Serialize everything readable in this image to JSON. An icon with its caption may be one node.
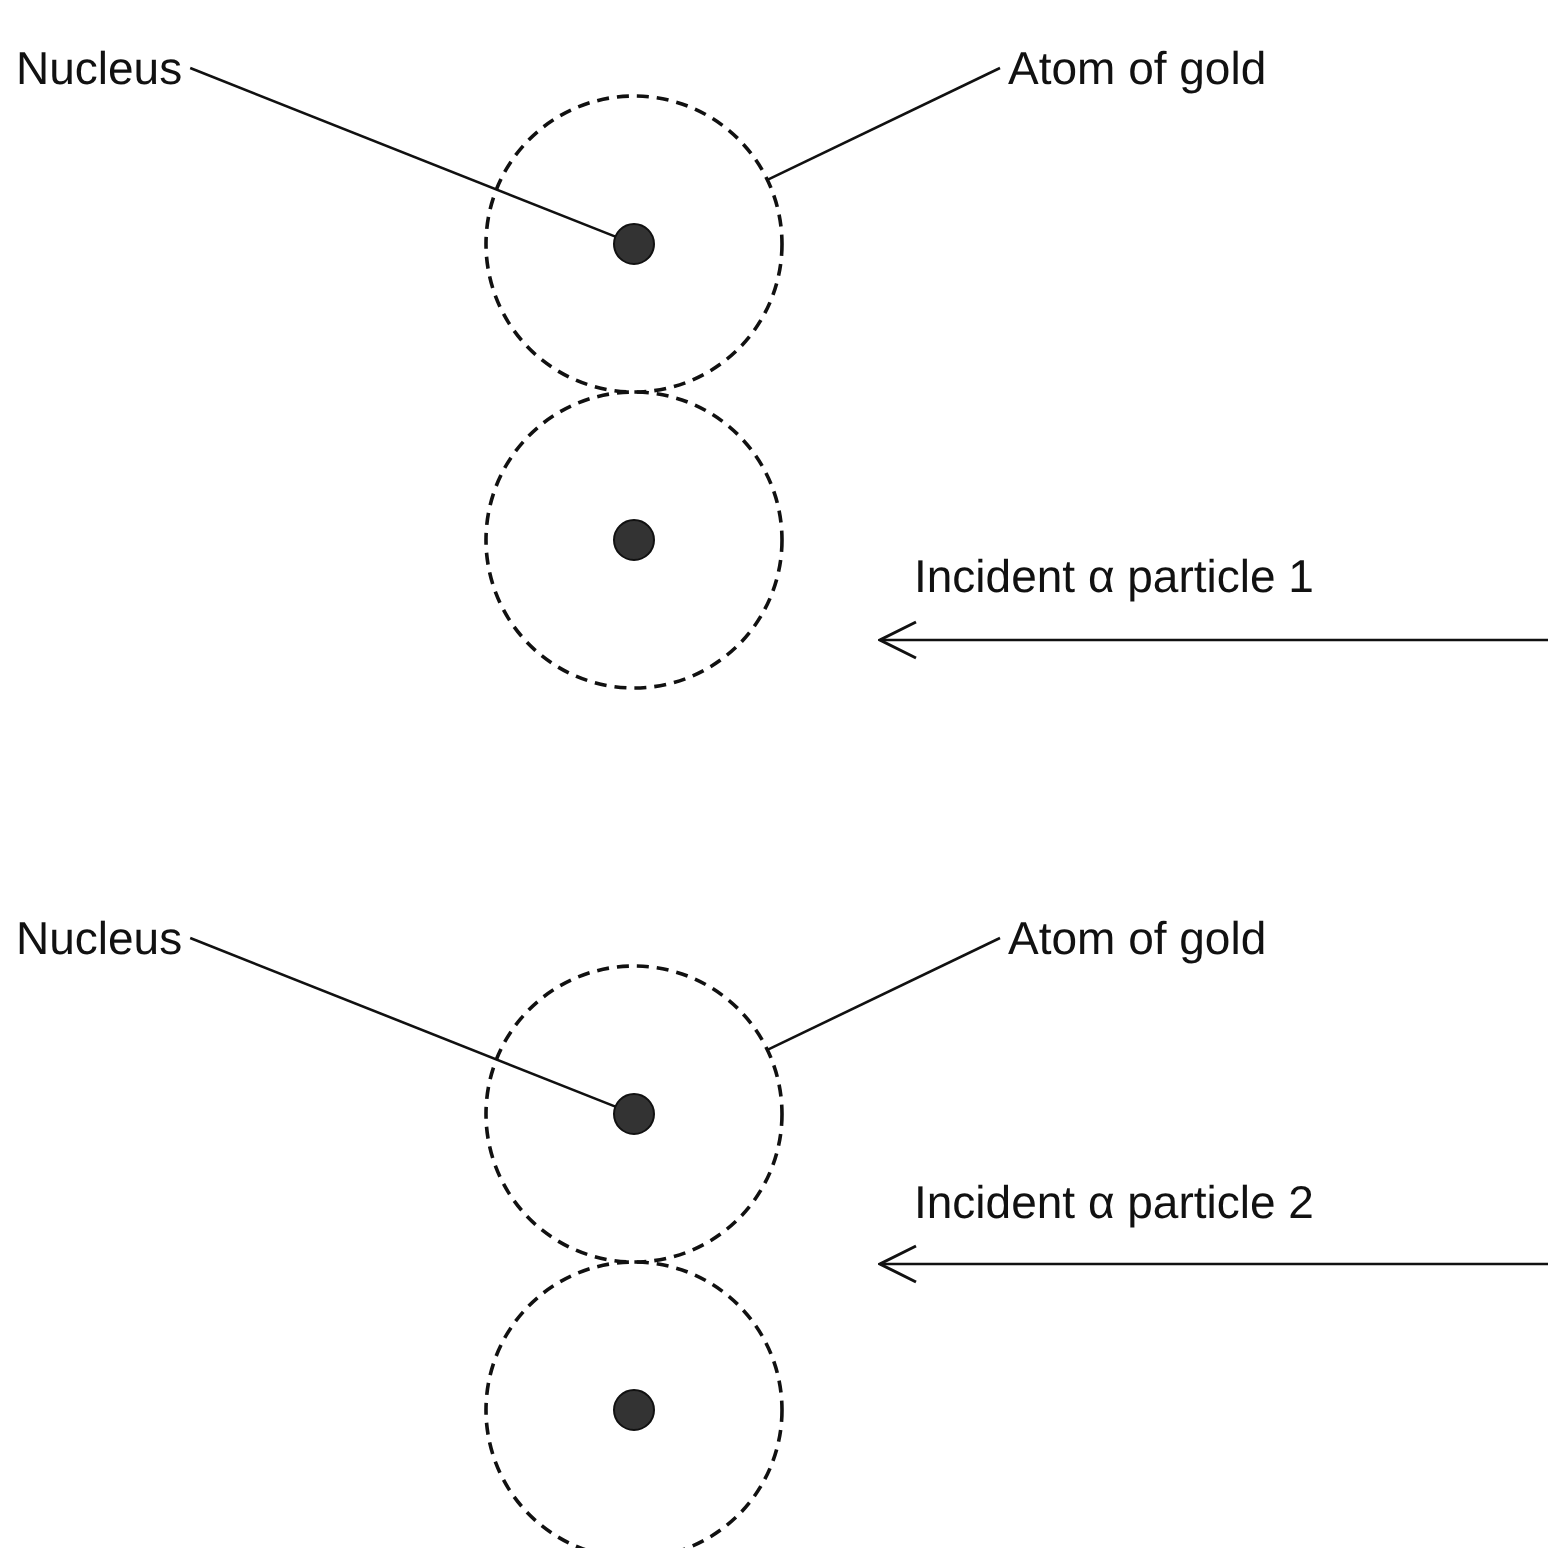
{
  "diagram": {
    "nodes": [
      {
        "text": [
          "Nucleus"
        ]
      },
      {
        "text": [
          "Atom of gold"
        ]
      },
      {
        "text": [],
        "shape": "circle"
      },
      {
        "text": [],
        "shape": "circle",
        "in": 2
      },
      {
        "text": [],
        "shape": "circle"
      },
      {
        "text": [],
        "shape": "circle",
        "in": 4
      },
      {
        "text": [
          "Nucleus"
        ]
      },
      {
        "text": [
          "Atom of gold"
        ]
      },
      {
        "text": [],
        "shape": "circle"
      },
      {
        "text": [],
        "shape": "circle",
        "in": 8
      },
      {
        "text": [],
        "shape": "circle"
      },
      {
        "text": [],
        "shape": "circle",
        "in": 10
      }
    ],
    "edges": [
      {
        "from": 0,
        "to": 3,
        "arrow": "none"
      },
      {
        "from": 1,
        "to": 2,
        "arrow": "none"
      },
      {
        "from": 6,
        "to": 9,
        "arrow": "none"
      },
      {
        "from": 7,
        "to": 8,
        "arrow": "none"
      }
    ],
    "labels": [
      "Incident α particle 1",
      "Incident α particle 2"
    ]
  }
}
